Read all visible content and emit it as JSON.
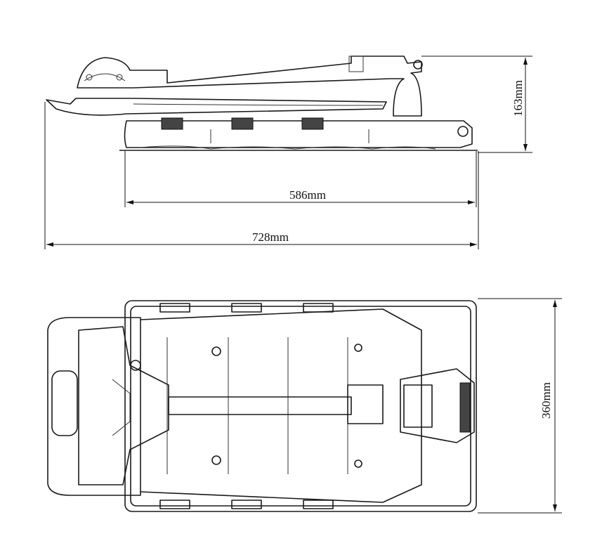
{
  "dimensions": {
    "height": "163mm",
    "base_length": "586mm",
    "total_length": "728mm",
    "width": "360mm"
  }
}
